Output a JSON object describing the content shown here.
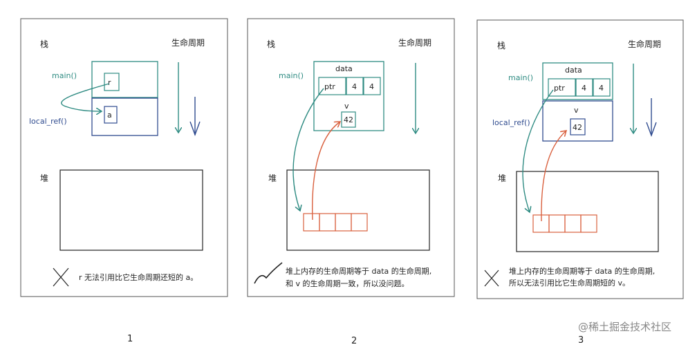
{
  "panels": [
    {
      "stack_label": "栈",
      "lifetime_label": "生命周期",
      "heap_label": "堆",
      "frames": [
        {
          "name": "main()",
          "vars": [
            "r"
          ]
        },
        {
          "name": "local_ref()",
          "vars": [
            "a"
          ]
        }
      ],
      "caption_lines": [
        "r 无法引用比它生命周期还短的 a。"
      ],
      "mark": "cross",
      "number": "1"
    },
    {
      "stack_label": "栈",
      "lifetime_label": "生命周期",
      "heap_label": "堆",
      "frames": [
        {
          "name": "main()",
          "title": "data",
          "cells": [
            "ptr",
            "4",
            "4"
          ],
          "sub_label": "v",
          "sub_value": "42"
        }
      ],
      "caption_lines": [
        "堆上内存的生命周期等于 data 的生命周期,",
        "和 v 的生命周期一致，所以没问题。"
      ],
      "mark": "check",
      "number": "2"
    },
    {
      "stack_label": "栈",
      "lifetime_label": "生命周期",
      "heap_label": "堆",
      "frames": [
        {
          "name": "main()",
          "title": "data",
          "cells": [
            "ptr",
            "4",
            "4"
          ]
        },
        {
          "name": "local_ref()",
          "sub_label": "v",
          "sub_value": "42"
        }
      ],
      "caption_lines": [
        "堆上内存的生命周期等于 data 的生命周期,",
        "所以无法引用比它生命周期短的 v。"
      ],
      "mark": "cross",
      "number": "3"
    }
  ],
  "watermark": "@稀土掘金技术社区",
  "colors": {
    "teal": "#2e8b82",
    "navy": "#2f4b8f",
    "orange": "#d9603e",
    "ink": "#222222"
  }
}
